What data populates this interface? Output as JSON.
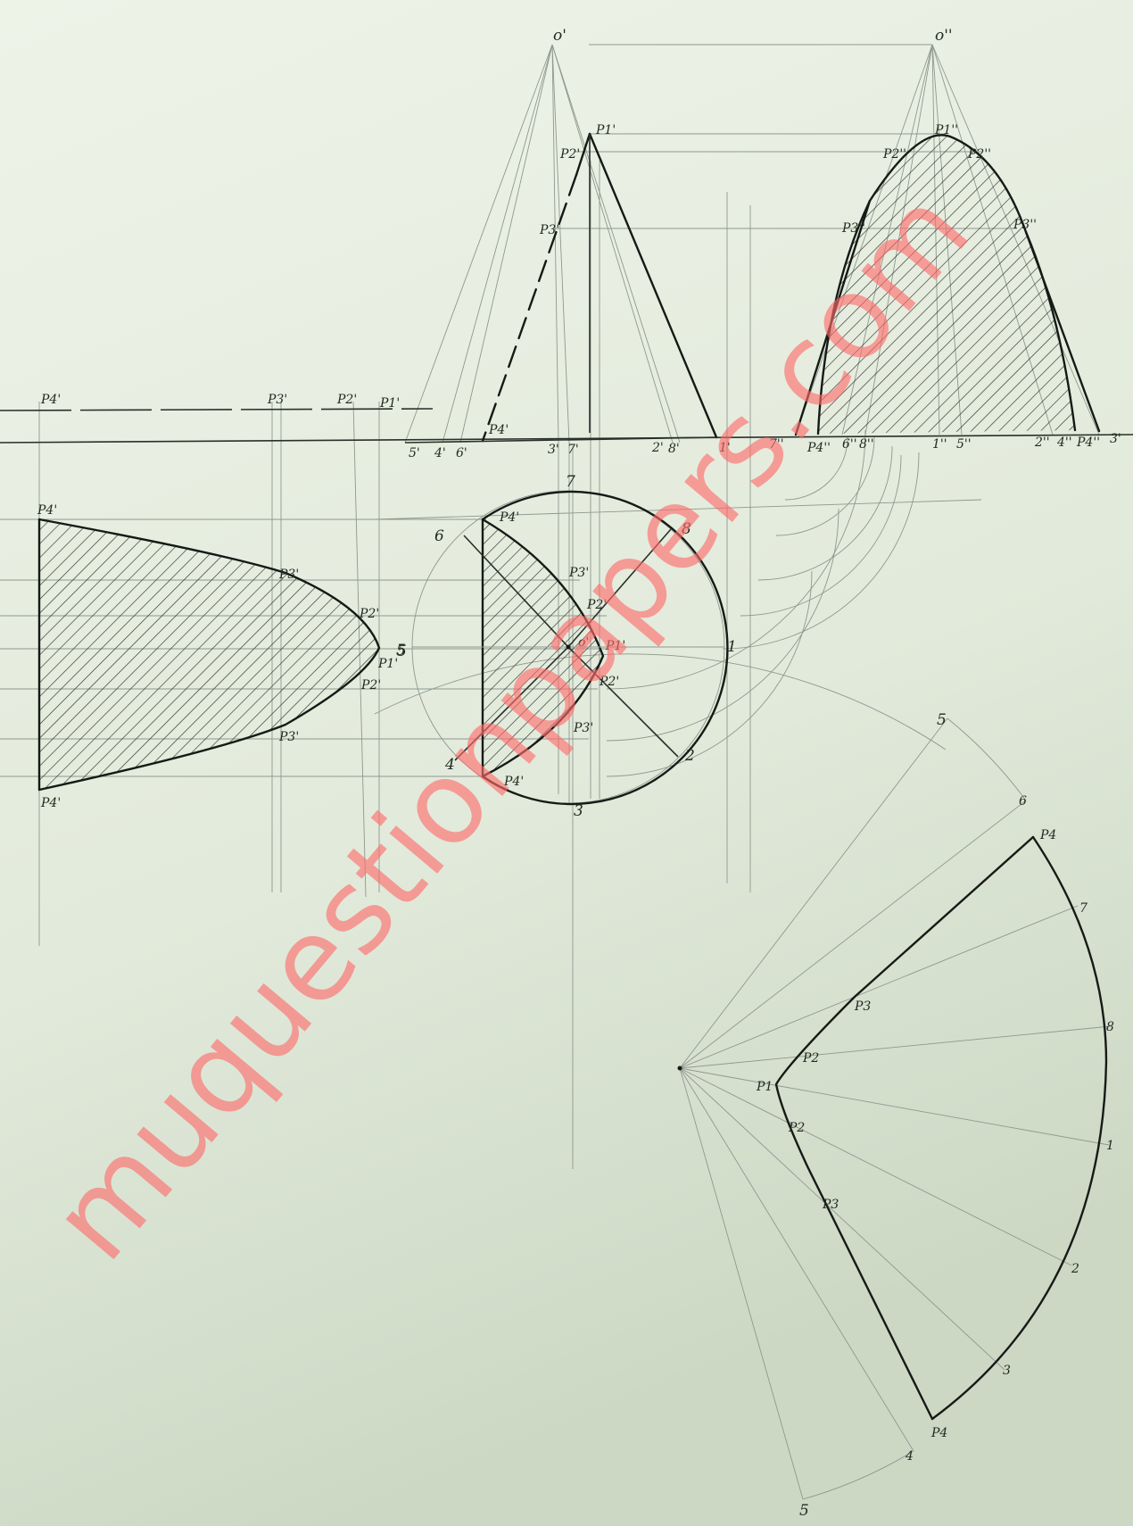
{
  "watermark": "muquestionpapers.com",
  "colors": {
    "paper_light": "#eef3e8",
    "paper_dark": "#ccd8c4",
    "line": "#161a16",
    "construction": "#8f988f",
    "watermark": "#ff6b6b"
  },
  "front_view_labels": {
    "apex": "o'",
    "p1": "P1'",
    "p2": "P2'",
    "p3": "P3'",
    "p4": "P4'",
    "base": [
      "5'",
      "4'",
      "6'",
      "3'",
      "7'",
      "2'",
      "8'",
      "1'"
    ]
  },
  "side_view_labels": {
    "apex": "o''",
    "p1": "P1''",
    "p2_left": "P2''",
    "p2_right": "P2''",
    "p3_left": "P3''",
    "p3_right": "P3''",
    "p4_left": "P4''",
    "p4_right": "P4''",
    "base": [
      "7''",
      "6''",
      "8''",
      "1''",
      "5''",
      "2''",
      "4''",
      "3'"
    ]
  },
  "top_view_labels": {
    "center": "o'",
    "circle_points": [
      "7",
      "8",
      "1",
      "2",
      "3",
      "4",
      "6",
      "5"
    ],
    "section_points": [
      "P4'",
      "P3'",
      "P2'",
      "P1'",
      "P2'",
      "P3'",
      "P4'"
    ]
  },
  "true_shape_labels": {
    "reference_line": [
      "P4'",
      "P3'",
      "P2'",
      "P1'"
    ],
    "curve_points": [
      "P4'",
      "P3'",
      "P2'",
      "P1'",
      "5",
      "P2'",
      "P3'",
      "P4'"
    ]
  },
  "development_labels": {
    "arc_points": [
      "5",
      "6",
      "7",
      "8",
      "1",
      "2",
      "3",
      "4",
      "5"
    ],
    "curve_points": [
      "P4",
      "P3",
      "P2",
      "P1",
      "P2",
      "P3",
      "P4"
    ]
  }
}
